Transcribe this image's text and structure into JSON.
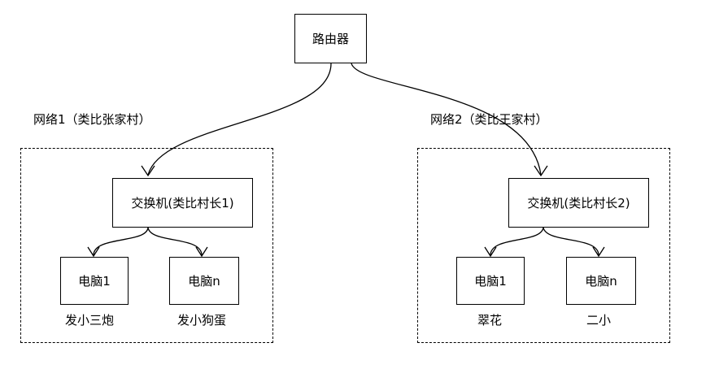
{
  "router": {
    "label": "路由器"
  },
  "networks": [
    {
      "title": "网络1（类比张家村）",
      "switch": "交换机(类比村长1)",
      "computers": [
        {
          "label": "电脑1",
          "caption": "发小三炮"
        },
        {
          "label": "电脑n",
          "caption": "发小狗蛋"
        }
      ]
    },
    {
      "title": "网络2（类比王家村）",
      "switch": "交换机(类比村长2)",
      "computers": [
        {
          "label": "电脑1",
          "caption": "翠花"
        },
        {
          "label": "电脑n",
          "caption": "二小"
        }
      ]
    }
  ]
}
